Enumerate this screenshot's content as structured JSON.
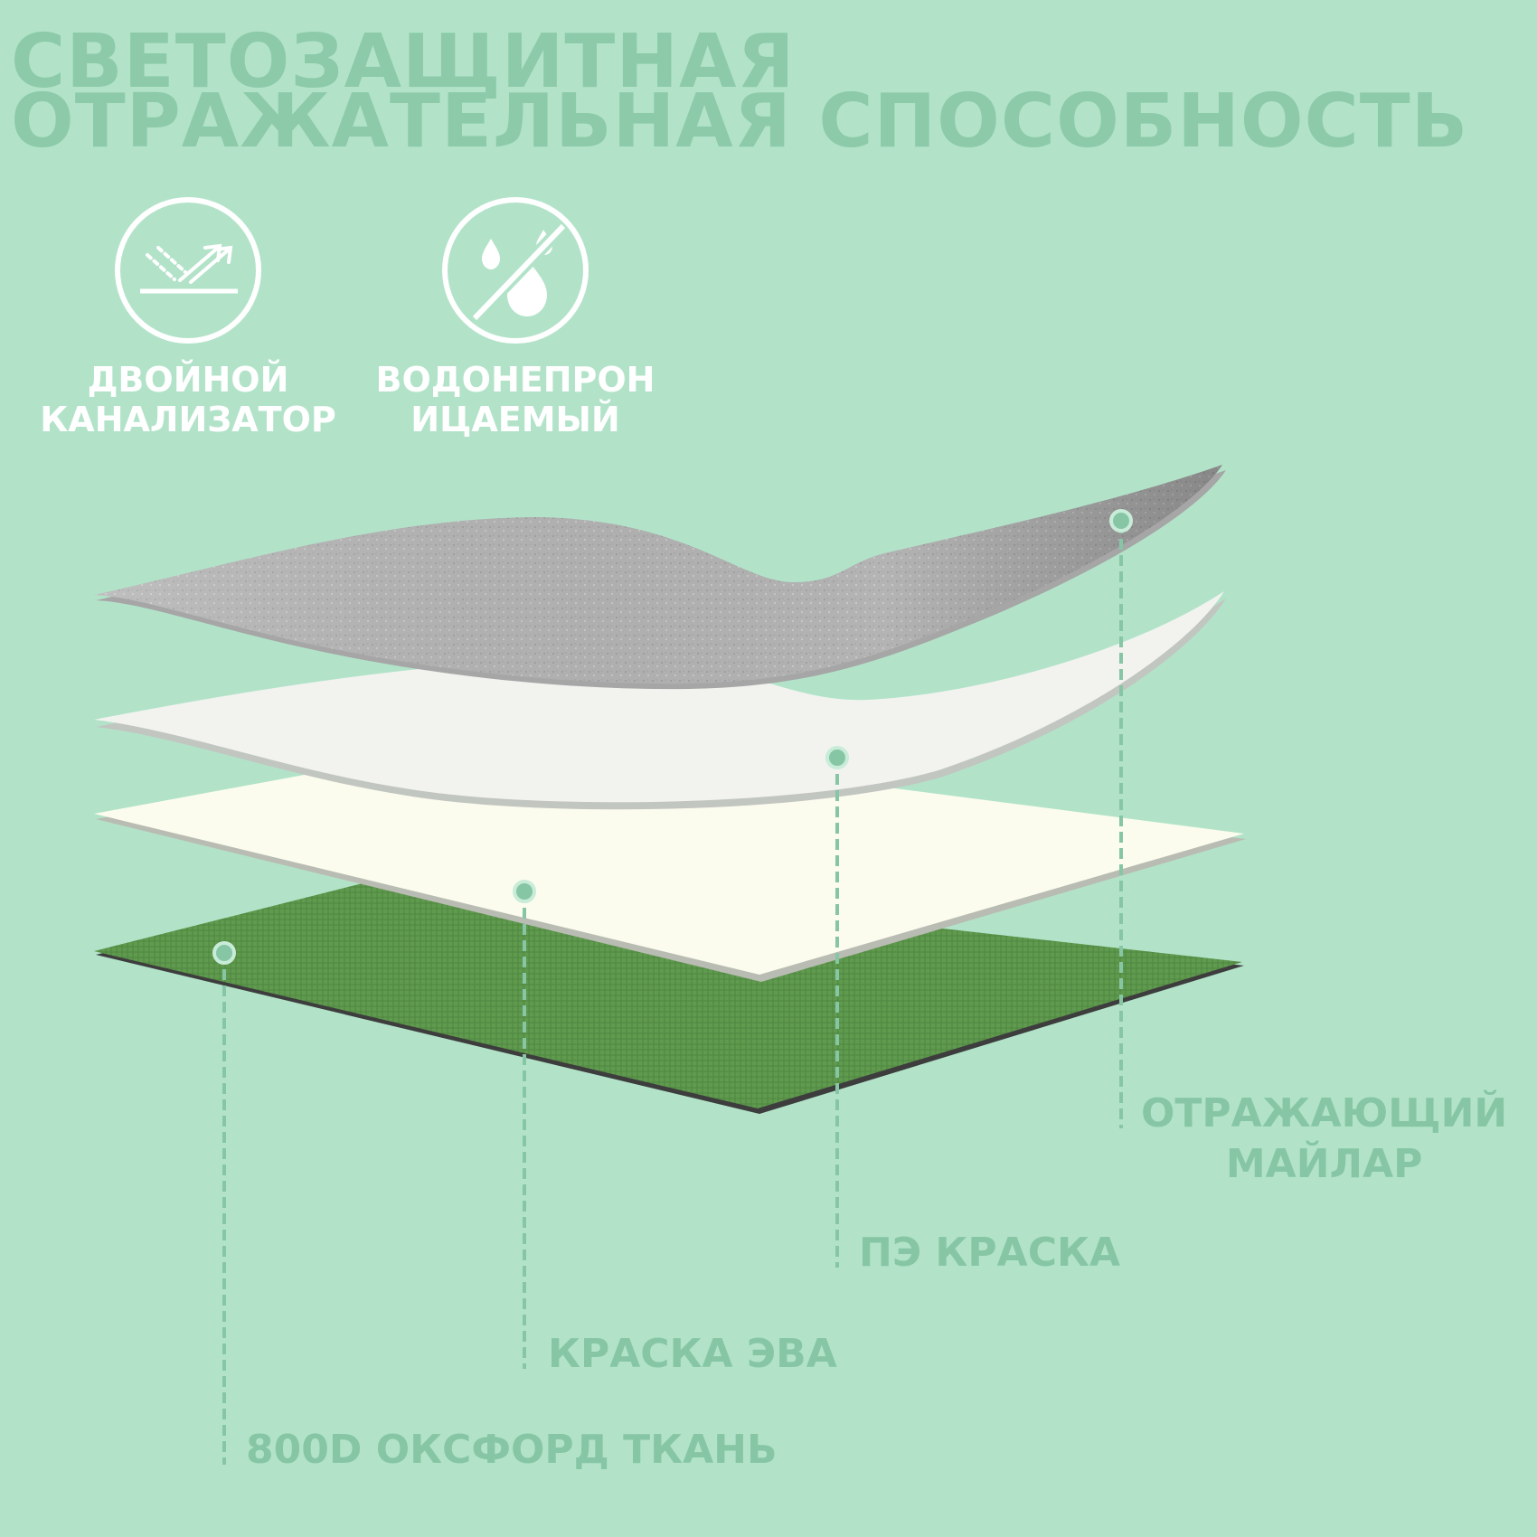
{
  "title": {
    "line1": "СВЕТОЗАЩИТНАЯ",
    "line2": "ОТРАЖАТЕЛЬНАЯ СПОСОБНОСТЬ"
  },
  "features": [
    {
      "icon": "double-arrow-surface-icon",
      "line1": "ДВОЙНОЙ",
      "line2": "КАНАЛИЗАТОР"
    },
    {
      "icon": "no-water-drops-icon",
      "line1": "ВОДОНЕПРОН",
      "line2": "ИЦАЕМЫЙ"
    }
  ],
  "layers": [
    {
      "name": "ОТРАЖАЮЩИЙ МАЙЛАР",
      "line1": "ОТРАЖАЮЩИЙ",
      "line2": "МАЙЛАР",
      "color": "#b4b4b4"
    },
    {
      "name": "ПЭ КРАСКА",
      "color": "#f2f3ef"
    },
    {
      "name": "КРАСКА ЭВА",
      "color": "#fbfcee"
    },
    {
      "name": "800D ОКСФОРД ТКАНЬ",
      "color": "#5f9a4e"
    }
  ],
  "colors": {
    "background": "#b2e3c9",
    "title": "#8ccaaa",
    "callout": "#86c6a5",
    "feature_text": "#ffffff"
  }
}
